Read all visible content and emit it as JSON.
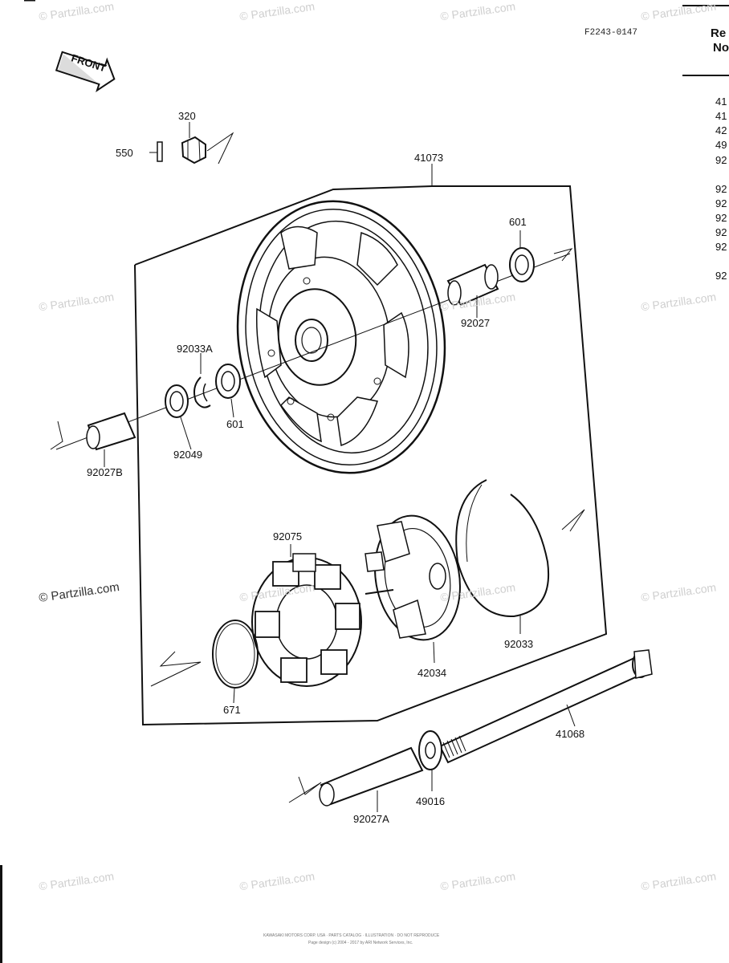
{
  "diagram": {
    "code": "F2243-0147",
    "front_label": "FRONT",
    "parts": {
      "p320": "320",
      "p550": "550",
      "p41073": "41073",
      "p601_top": "601",
      "p92027": "92027",
      "p92033A": "92033A",
      "p92049": "92049",
      "p601_mid": "601",
      "p92027B": "92027B",
      "p92075": "92075",
      "p92033": "92033",
      "p42034": "42034",
      "p671": "671",
      "p41068": "41068",
      "p49016": "49016",
      "p92027A": "92027A"
    }
  },
  "side_panel": {
    "header_line1": "Re",
    "header_line2": "No",
    "rows": [
      "41",
      "41",
      "42",
      "49",
      "92",
      "92",
      "92",
      "92",
      "92",
      "92",
      "92"
    ]
  },
  "watermark": "© Partzilla.com",
  "footer": {
    "line1": "KAWASAKI MOTORS CORP. USA · PARTS CATALOG · ILLUSTRATION · DO NOT REPRODUCE",
    "line2": "Page design (c) 2004 - 2017 by ARI Network Services, Inc."
  }
}
